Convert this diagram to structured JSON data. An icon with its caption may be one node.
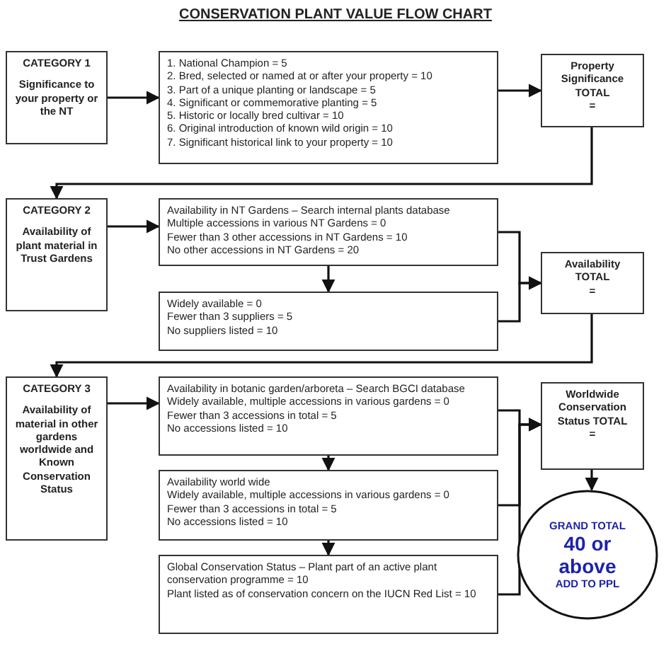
{
  "diagram": {
    "title": "CONSERVATION PLANT VALUE FLOW CHART",
    "nodes": [
      {
        "text": [
          "CATEGORY 1",
          "Significance to your property or the NT"
        ]
      },
      {
        "text": [
          "1. National Champion = 5",
          "2. Bred, selected or named at or after your property = 10",
          "3. Part of a unique planting or landscape = 5",
          "4. Significant or commemorative planting = 5",
          "5. Historic or locally bred cultivar = 10",
          "6. Original introduction of known wild origin = 10",
          "7. Significant historical link to your property = 10"
        ]
      },
      {
        "text": [
          "Property Significance TOTAL",
          "="
        ]
      },
      {
        "text": [
          "CATEGORY 2",
          "Availability of plant material in Trust Gardens"
        ]
      },
      {
        "text": [
          "Availability in NT Gardens – Search internal plants database",
          "Multiple accessions in various NT Gardens = 0",
          "Fewer than 3 other accessions in NT Gardens = 10",
          "No other accessions in NT Gardens = 20"
        ]
      },
      {
        "text": [
          "Widely available = 0",
          "Fewer than 3 suppliers = 5",
          "No suppliers listed = 10"
        ]
      },
      {
        "text": [
          "Availability TOTAL",
          "="
        ]
      },
      {
        "text": [
          "CATEGORY 3",
          "Availability of material in other gardens worldwide and Known Conservation Status"
        ]
      },
      {
        "text": [
          "Availability in botanic garden/arboreta – Search BGCI database",
          "Widely available, multiple accessions in various gardens = 0",
          "Fewer than 3 accessions in total = 5",
          "No accessions listed = 10"
        ]
      },
      {
        "text": [
          "Availability world wide",
          "Widely available, multiple accessions in various gardens = 0",
          "Fewer than 3 accessions in total = 5",
          "No accessions listed = 10"
        ]
      },
      {
        "text": [
          "Global Conservation Status – Plant part of an active plant conservation programme = 10",
          "Plant listed as of conservation concern on the IUCN Red List = 10"
        ]
      },
      {
        "text": [
          "Worldwide Conservation Status TOTAL",
          "="
        ]
      },
      {
        "text": [
          "GRAND TOTAL",
          "40 or above",
          "ADD TO PPL"
        ]
      }
    ],
    "edges": [
      {
        "from": 0,
        "to": 1,
        "arrow": "to"
      },
      {
        "from": 1,
        "to": 2,
        "arrow": "to"
      },
      {
        "from": 2,
        "to": 3,
        "arrow": "to"
      },
      {
        "from": 3,
        "to": 4,
        "arrow": "to"
      },
      {
        "from": 4,
        "to": 5,
        "arrow": "to"
      },
      {
        "from": 4,
        "to": 6,
        "arrow": "to"
      },
      {
        "from": 5,
        "to": 6,
        "arrow": "to"
      },
      {
        "from": 6,
        "to": 7,
        "arrow": "to"
      },
      {
        "from": 7,
        "to": 8,
        "arrow": "to"
      },
      {
        "from": 8,
        "to": 9,
        "arrow": "to"
      },
      {
        "from": 9,
        "to": 10,
        "arrow": "to"
      },
      {
        "from": 8,
        "to": 11,
        "arrow": "to"
      },
      {
        "from": 9,
        "to": 11,
        "arrow": "to"
      },
      {
        "from": 10,
        "to": 11,
        "arrow": "to"
      },
      {
        "from": 11,
        "to": 12,
        "arrow": "to"
      }
    ]
  }
}
